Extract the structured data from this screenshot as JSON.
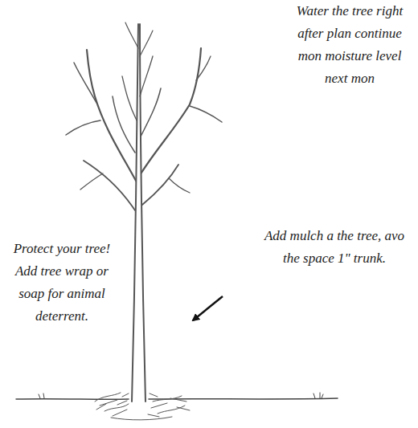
{
  "diagram": {
    "labels": [
      "Water the tree right after plan continue mon moisture level next mon",
      "Add mulch a the tree, avo the space 1\" trunk.",
      "Protect your tree! Add tree wrap or soap for animal deterrent."
    ]
  }
}
